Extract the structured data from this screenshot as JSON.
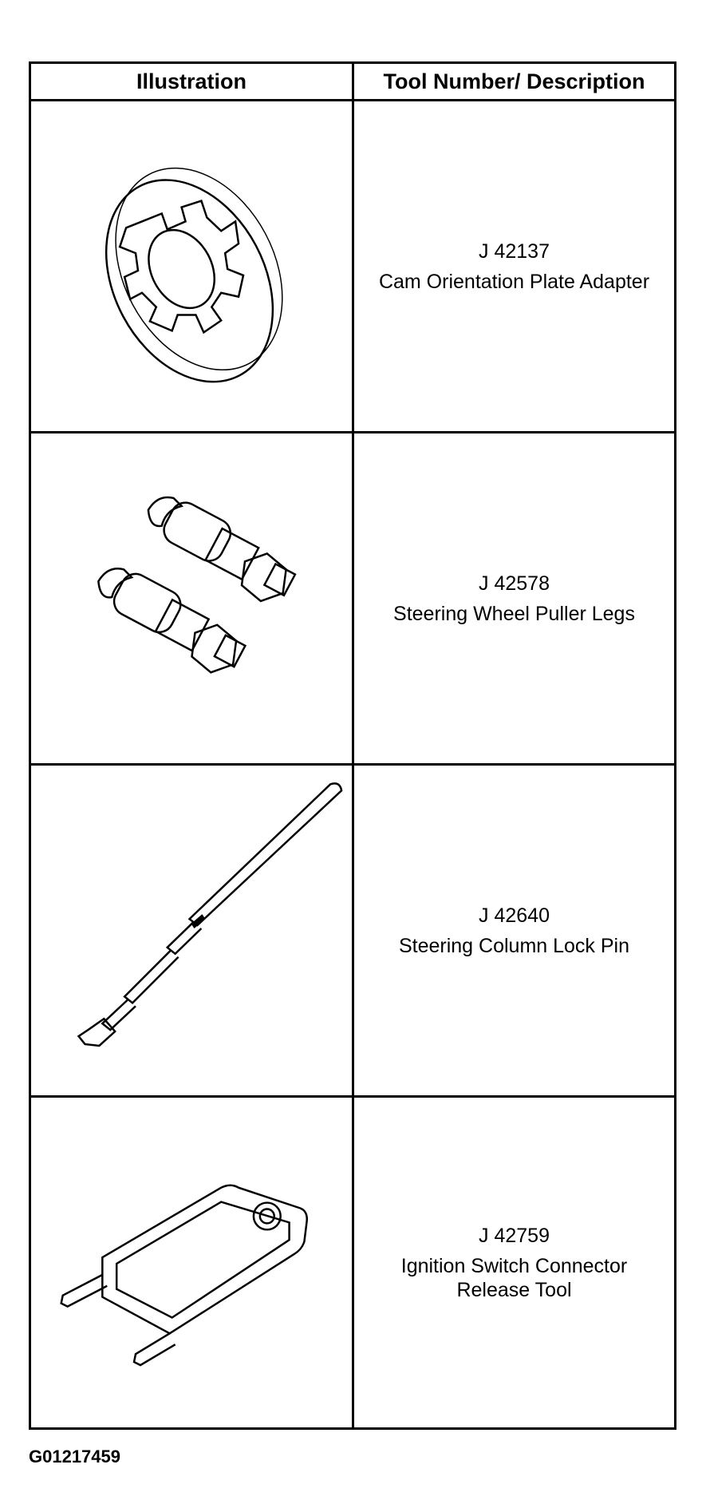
{
  "table": {
    "headers": {
      "illustration": "Illustration",
      "tool": "Tool Number/ Description"
    },
    "rows": [
      {
        "number": "J 42137",
        "description": "Cam Orientation Plate Adapter",
        "icon": "cam-plate-adapter-icon"
      },
      {
        "number": "J 42578",
        "description": "Steering Wheel Puller Legs",
        "icon": "puller-legs-icon"
      },
      {
        "number": "J 42640",
        "description": "Steering Column Lock Pin",
        "icon": "lock-pin-icon"
      },
      {
        "number": "J 42759",
        "description": "Ignition Switch Connector Release Tool",
        "icon": "release-tool-icon"
      }
    ]
  },
  "figure_id": "G01217459"
}
